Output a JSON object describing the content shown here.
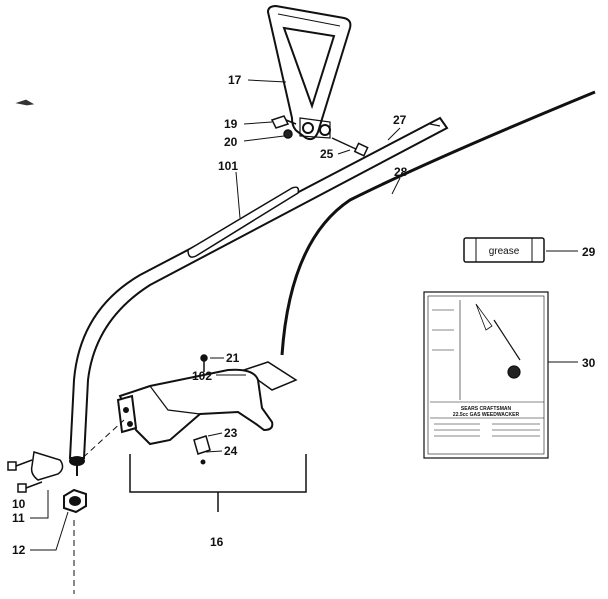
{
  "callouts": {
    "c17": "17",
    "c19": "19",
    "c20": "20",
    "c25": "25",
    "c27": "27",
    "c28": "28",
    "c101": "101",
    "c29": "29",
    "c30": "30",
    "c21": "21",
    "c102": "102",
    "c23": "23",
    "c24": "24",
    "c16": "16",
    "c10": "10",
    "c11": "11",
    "c12": "12"
  },
  "grease_label": "grease",
  "manual": {
    "brand_line": "SEARS CRAFTSMAN",
    "model_line": "22.5cc GAS WEEDWACKER"
  },
  "colors": {
    "line": "#111111",
    "fill": "#ffffff"
  }
}
